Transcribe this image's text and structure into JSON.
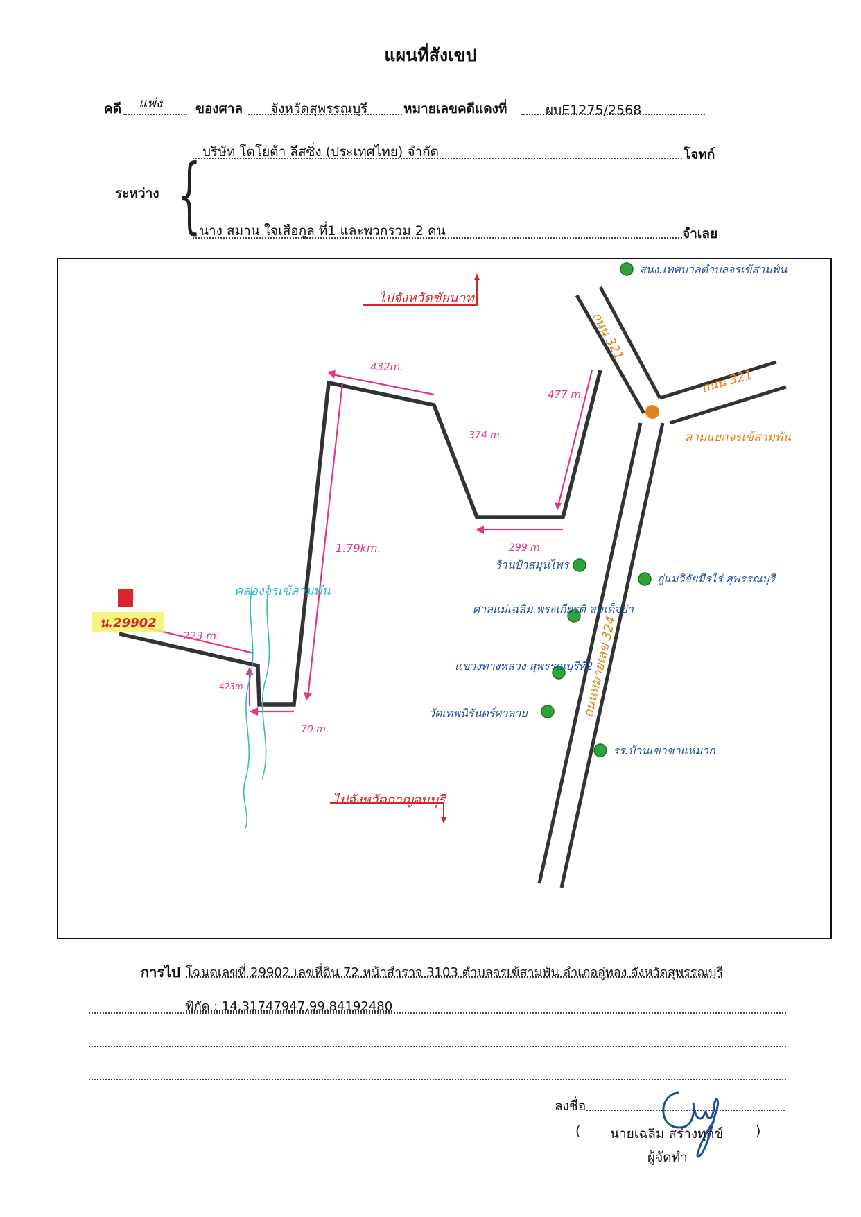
{
  "title": "แผนที่สังเขป",
  "header": {
    "case_label": "คดี",
    "case_value": "แพ่ง",
    "court_label": "ของศาล",
    "court_value": "จังหวัดสุพรรณบุรี",
    "red_no_label": "หมายเลขคดีแดงที่",
    "red_no_value": "ผบE1275/2568",
    "between_label": "ระหว่าง",
    "plaintiff_value": "บริษัท โตโยต้า ลีสซิ่ง (ประเทศไทย) จำกัด",
    "plaintiff_label": "โจทก์",
    "defendant_value": "นาง สมาน ใจเสือกูล ที่1 และพวกรวม 2 คน",
    "defendant_label": "จำเลย"
  },
  "map": {
    "to_chainat": "ไปจังหวัดชัยนาท",
    "to_kanchanaburi": "ไปจังหวัดกาญจนบุรี",
    "dist_432": "432m.",
    "dist_477": "477 m.",
    "dist_374": "374 m.",
    "dist_299": "299 m.",
    "dist_179": "1.79km.",
    "dist_223": "223 m.",
    "dist_423": "423m",
    "dist_70": "70 m.",
    "road_321_a": "ถนน 321",
    "road_321_b": "ถนน 321",
    "road_324": "ถนนหมายเลข 324",
    "canal": "คลองจรเข้สามพัน",
    "junction": "สามแยกจรเข้สามพัน",
    "landmarks": [
      "สนง.เทศบาลตำบลจรเข้สามพัน",
      "ร้านป้าสมุนไพร",
      "อู่แม่วิจัยมีรไร่ สุพรรณบุรี",
      "ศาลแม่เฉลิม พระเกียรติ สมเด็จย่า",
      "แขวงทางหลวง สุพรรณบุรีที่2",
      "วัดเทพนิรันดร์ศาลาย",
      "รร.บ้านเขาชาแหมาก"
    ],
    "parcel": "น.29902",
    "colors": {
      "pink": "#e0368a",
      "blue": "#1f4e9c",
      "orange": "#e0811c",
      "red": "#d6282c",
      "green": "#2fa33a",
      "cyan": "#38b7cf",
      "road": "#333333"
    }
  },
  "footer": {
    "route_label": "การไป",
    "route_value": "โฉนดเลขที่ 29902  เลขที่ดิน 72 หน้าสำรวจ 3103 ตำบลจรเข้สามพัน อำเภออู่ทอง จังหวัดสุพรรณบุรี",
    "coords_value": "พิกัด : 14.31747947,99.84192480",
    "sign_label": "ลงชื่อ",
    "signer_name": "นายเฉลิม  สร่างทุกข์",
    "signer_role": "ผู้จัดทำ",
    "paren_open": "(",
    "paren_close": ")"
  }
}
